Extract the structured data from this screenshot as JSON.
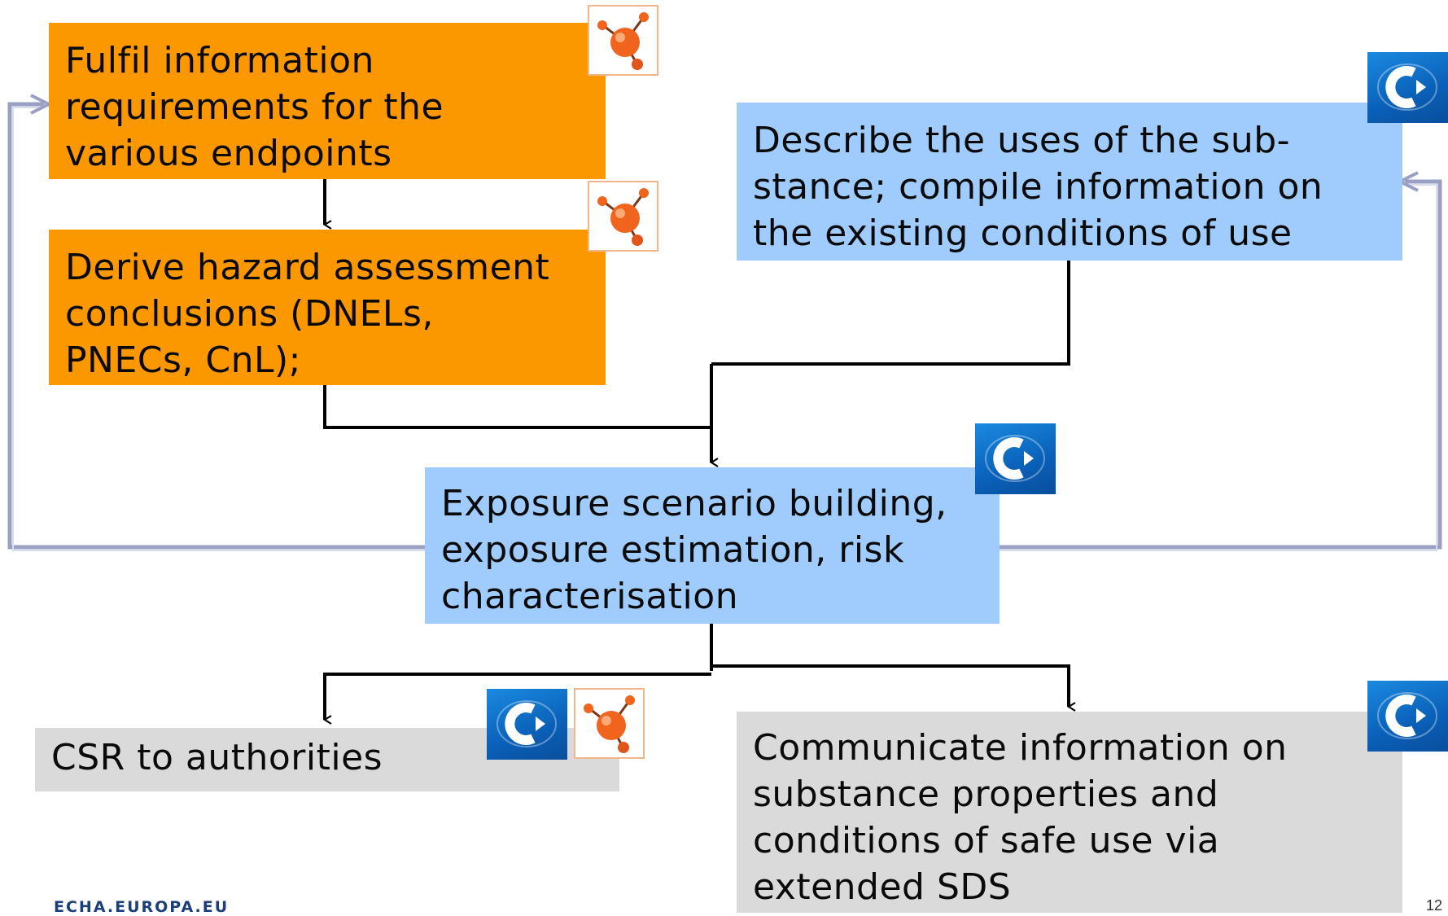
{
  "boxes": {
    "fulfil": "Fulfil information\nrequirements for the\nvarious endpoints",
    "derive": "Derive hazard assessment\nconclusions (DNELs,\nPNECs, CnL);",
    "describe": "Describe the uses of the sub-\nstance; compile information on\nthe existing conditions of use",
    "exposure": "Exposure scenario building,\nexposure estimation, risk\ncharacterisation",
    "csr": "CSR to authorities",
    "communicate": "Communicate information on\nsubstance properties and\nconditions of safe use via\nextended SDS"
  },
  "icons": {
    "molecule": "molecule-icon",
    "chesar": "chesar-c-icon"
  },
  "colors": {
    "orange": "#fb9800",
    "blue": "#9fcbfd",
    "grey": "#dadada",
    "feedback_line": "#b9bdd8"
  },
  "footer": {
    "site": "ECHA.EUROPA.EU",
    "page_number": "12"
  }
}
